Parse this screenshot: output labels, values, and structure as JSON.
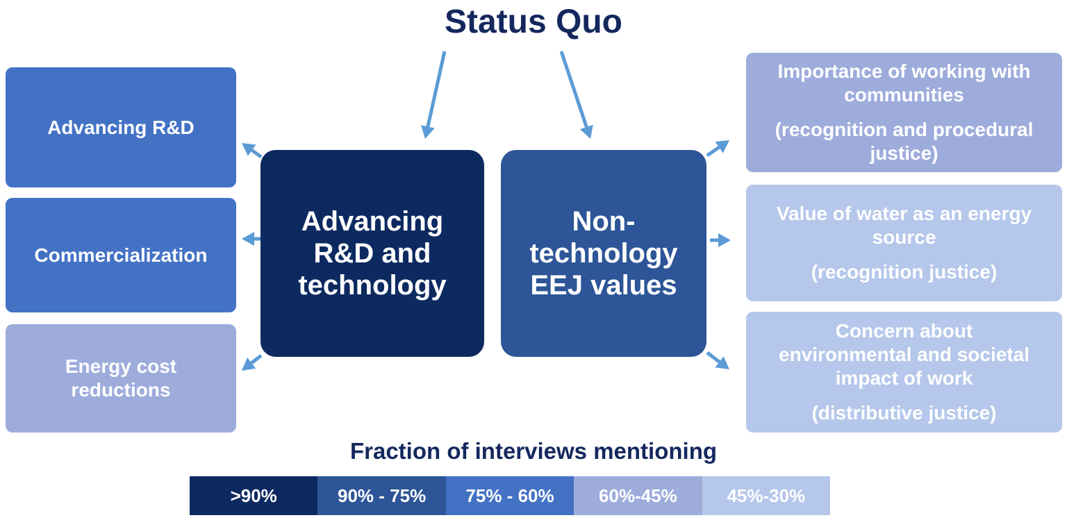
{
  "title": "Status Quo",
  "colors": {
    "level_1": "#0d2a60",
    "level_2": "#2d5597",
    "level_3": "#4372c5",
    "level_4": "#9dacdb",
    "level_5": "#b5c7ea",
    "title_text": "#14285e",
    "arrow": "#5b9bd5"
  },
  "hubs": [
    {
      "label": [
        "Advancing",
        "R&D and",
        "technology"
      ],
      "level": 1
    },
    {
      "label": [
        "Non-",
        "technology",
        "EEJ values"
      ],
      "level": 2
    }
  ],
  "left_boxes": [
    {
      "label": [
        "Advancing R&D"
      ],
      "level": 3
    },
    {
      "label": [
        "Commercialization"
      ],
      "level": 3
    },
    {
      "label": [
        "Energy cost",
        "reductions"
      ],
      "level": 4
    }
  ],
  "right_boxes": [
    {
      "label": [
        "Importance of working with",
        "communities"
      ],
      "sub": [
        "(recognition and procedural",
        "justice)"
      ],
      "level": 4
    },
    {
      "label": [
        "Value of water as an energy",
        "source"
      ],
      "sub": [
        "(recognition justice)"
      ],
      "level": 5
    },
    {
      "label": [
        "Concern about",
        "environmental and societal",
        "impact of work"
      ],
      "sub": [
        "(distributive justice)"
      ],
      "level": 5
    }
  ],
  "legend": {
    "title": "Fraction of interviews mentioning",
    "items": [
      {
        "label": ">90%",
        "level": 1
      },
      {
        "label": "90% - 75%",
        "level": 2
      },
      {
        "label": "75% - 60%",
        "level": 3
      },
      {
        "label": "60%-45%",
        "level": 4
      },
      {
        "label": "45%-30%",
        "level": 5
      }
    ]
  }
}
